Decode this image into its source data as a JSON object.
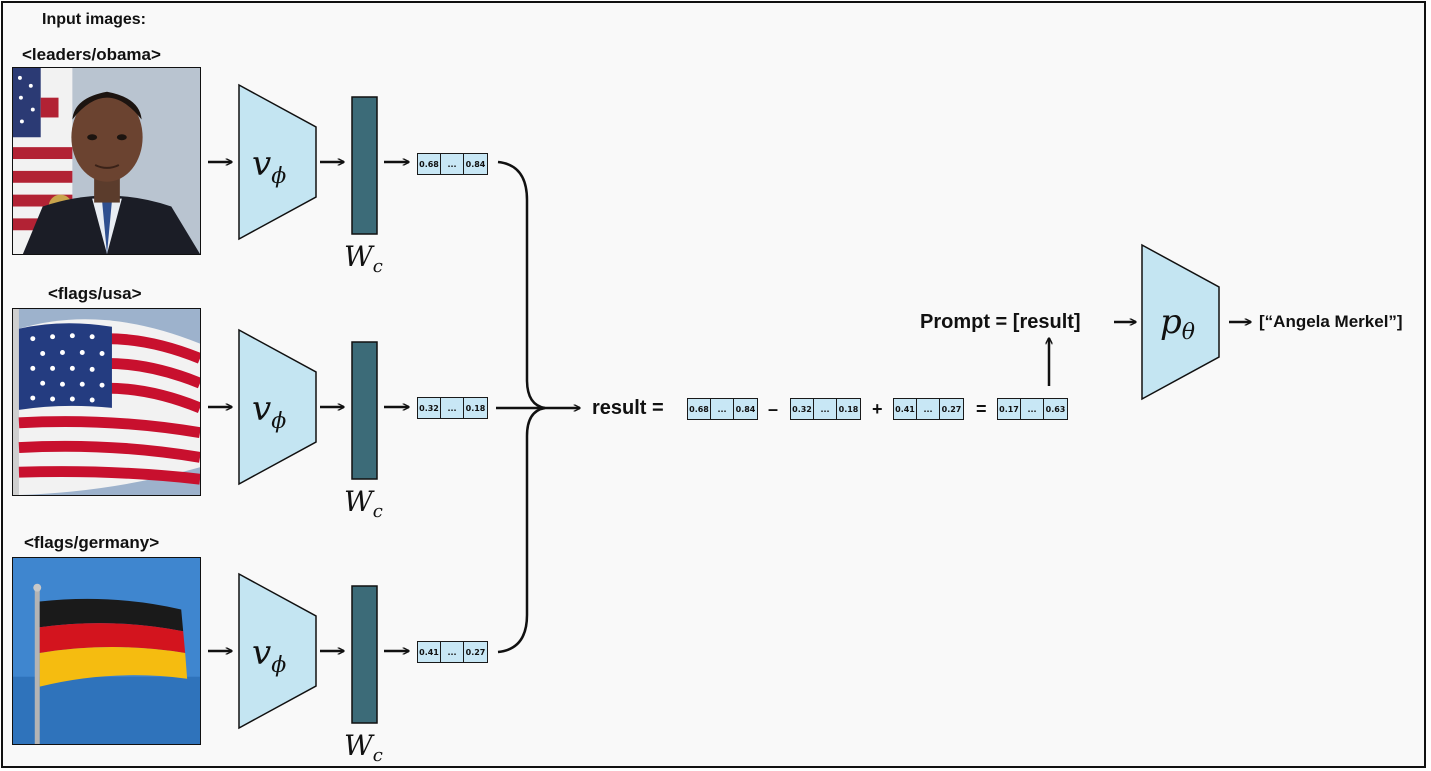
{
  "heading": "Input images:",
  "inputs": [
    {
      "path": "<leaders/obama>",
      "vector": [
        "0.68",
        "...",
        "0.84"
      ]
    },
    {
      "path": "<flags/usa>",
      "vector": [
        "0.32",
        "...",
        "0.18"
      ]
    },
    {
      "path": "<flags/germany>",
      "vector": [
        "0.41",
        "...",
        "0.27"
      ]
    }
  ],
  "symbols": {
    "encoder": "v",
    "encoder_sub": "ϕ",
    "projection": "W",
    "projection_sub": "c",
    "decoder": "p",
    "decoder_sub": "θ"
  },
  "equation": {
    "result_label": "result =",
    "terms": [
      [
        "0.68",
        "...",
        "0.84"
      ],
      [
        "0.32",
        "...",
        "0.18"
      ],
      [
        "0.41",
        "...",
        "0.27"
      ]
    ],
    "ops": [
      "–",
      "+",
      "="
    ],
    "result": [
      "0.17",
      "...",
      "0.63"
    ]
  },
  "prompt_label": "Prompt = [result]",
  "output": "[“Angela Merkel”]",
  "colors": {
    "trapezoid_fill": "#c4e5f2",
    "bar_fill": "#3c6b78",
    "vector_fill": "#c8e7f5"
  }
}
